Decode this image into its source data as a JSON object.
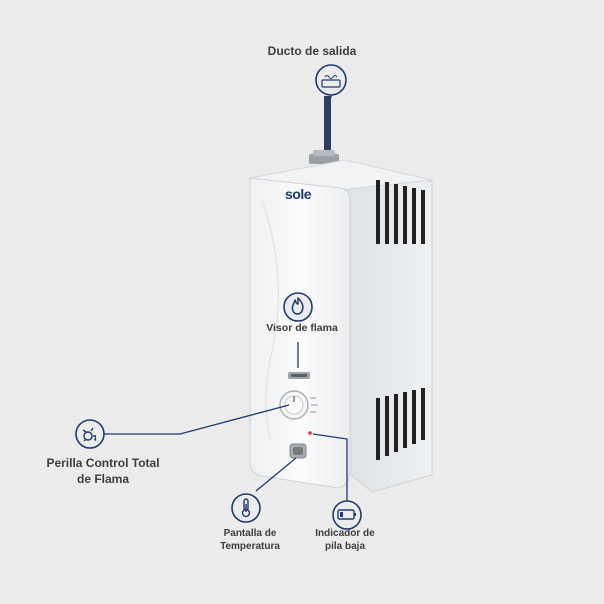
{
  "product": {
    "brand": "sole"
  },
  "callouts": {
    "duct": {
      "label": "Ducto de salida",
      "icon": "exhaust-duct-icon"
    },
    "flame": {
      "label": "Visor de flama",
      "icon": "flame-icon"
    },
    "knob": {
      "label_line1": "Perilla Control Total",
      "label_line2": "de Flama",
      "icon": "flame-knob-icon"
    },
    "temp": {
      "label_line1": "Pantalla de",
      "label_line2": "Temperatura",
      "icon": "thermometer-icon"
    },
    "battery": {
      "label_line1": "Indicador de",
      "label_line2": "pila baja",
      "icon": "battery-icon"
    }
  },
  "colors": {
    "background": "#ececec",
    "accent": "#1e3a6e",
    "heater_body": "#f6f7f8",
    "heater_side": "#e3e5e7",
    "indicator_red": "#e03030"
  }
}
